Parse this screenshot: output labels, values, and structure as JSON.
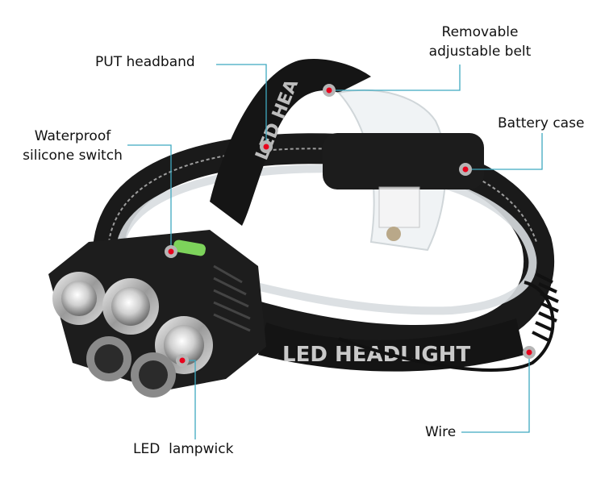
{
  "labels": {
    "headband": "PUT headband",
    "belt_line1": "Removable",
    "belt_line2": "adjustable belt",
    "battery": "Battery case",
    "switch_line1": "Waterproof",
    "switch_line2": "silicone switch",
    "lampwick": "LED  lampwick",
    "wire": "Wire"
  },
  "strap_text": "LED HEADLIGHT",
  "colors": {
    "leader": "#3fa9c0",
    "dot": "#e8001c",
    "dot_ring": "#b5b5b5"
  }
}
